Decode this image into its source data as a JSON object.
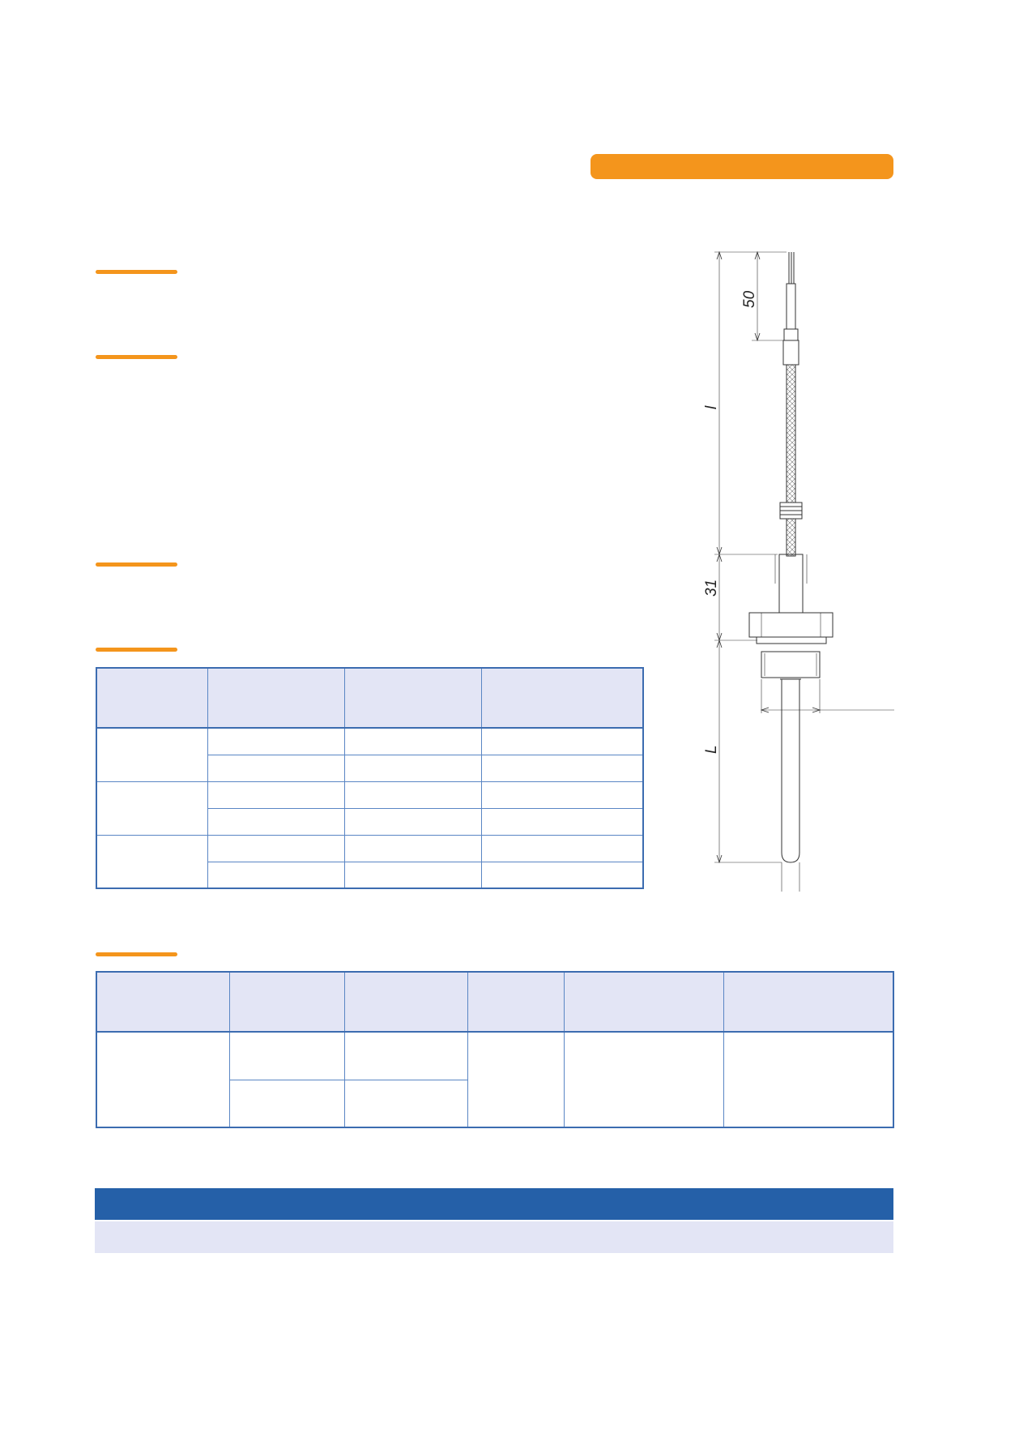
{
  "drawing": {
    "dimension_labels": {
      "cable_end": "50",
      "cable_length": "l",
      "head_height": "31",
      "immersion_length": "L"
    }
  },
  "table1": {
    "header": [
      "",
      "",
      "",
      ""
    ],
    "rows": [
      [
        "",
        "",
        "",
        ""
      ],
      [
        "",
        "",
        ""
      ],
      [
        "",
        "",
        "",
        ""
      ],
      [
        "",
        "",
        ""
      ],
      [
        "",
        "",
        "",
        ""
      ],
      [
        "",
        "",
        ""
      ]
    ]
  },
  "table2": {
    "header": [
      "",
      "",
      "",
      "",
      "",
      ""
    ],
    "rows": [
      [
        "",
        "",
        "",
        "",
        "",
        ""
      ],
      [
        "",
        ""
      ]
    ]
  },
  "colors": {
    "accent_orange": "#f4951c",
    "table_border_blue": "#3c6cb0",
    "header_lavender": "#e3e5f5",
    "band_blue": "#2560a8"
  }
}
